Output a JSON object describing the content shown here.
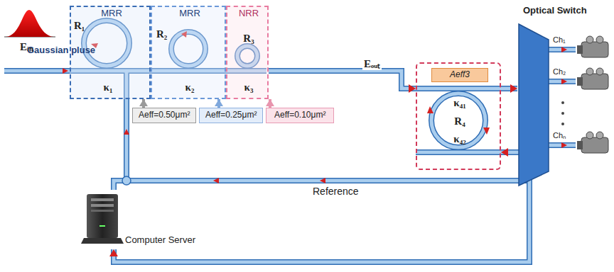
{
  "diagram": {
    "nodes": [
      {
        "text": [
          "MRR",
          "R₁",
          "κ₁"
        ]
      },
      {
        "text": [
          "MRR",
          "R₂",
          "κ₂"
        ]
      },
      {
        "text": [
          "NRR",
          "R₃",
          "κ₃"
        ]
      },
      {
        "text": [
          "Aeff=0.50μm²"
        ]
      },
      {
        "text": [
          "Aeff=0.25μm²"
        ]
      },
      {
        "text": [
          "Aeff=0.10μm²"
        ]
      },
      {
        "text": [
          "κ₄₁",
          "R₄",
          "κ₄₂"
        ]
      },
      {
        "text": [
          "Aeff3"
        ],
        "in": 6
      },
      {
        "text": [
          "Optical Switch"
        ]
      },
      {
        "text": [
          "Computer Server"
        ]
      }
    ],
    "edges": [
      {
        "from": 3,
        "to": 0,
        "arrow": "to"
      },
      {
        "from": 4,
        "to": 1,
        "arrow": "to"
      },
      {
        "from": 5,
        "to": 2,
        "arrow": "to"
      },
      {
        "from": 2,
        "to": 6,
        "arrow": "to",
        "label": "Eₒᵤₜ"
      },
      {
        "from": 6,
        "to": 8,
        "arrow": "to"
      },
      {
        "from": 6,
        "to": 9,
        "arrow": "both"
      }
    ],
    "labels": [
      "Gaussian pluse",
      "Eᵢₙ",
      "Reference",
      "Ch₁",
      "Ch₂",
      "Chₙ"
    ]
  }
}
